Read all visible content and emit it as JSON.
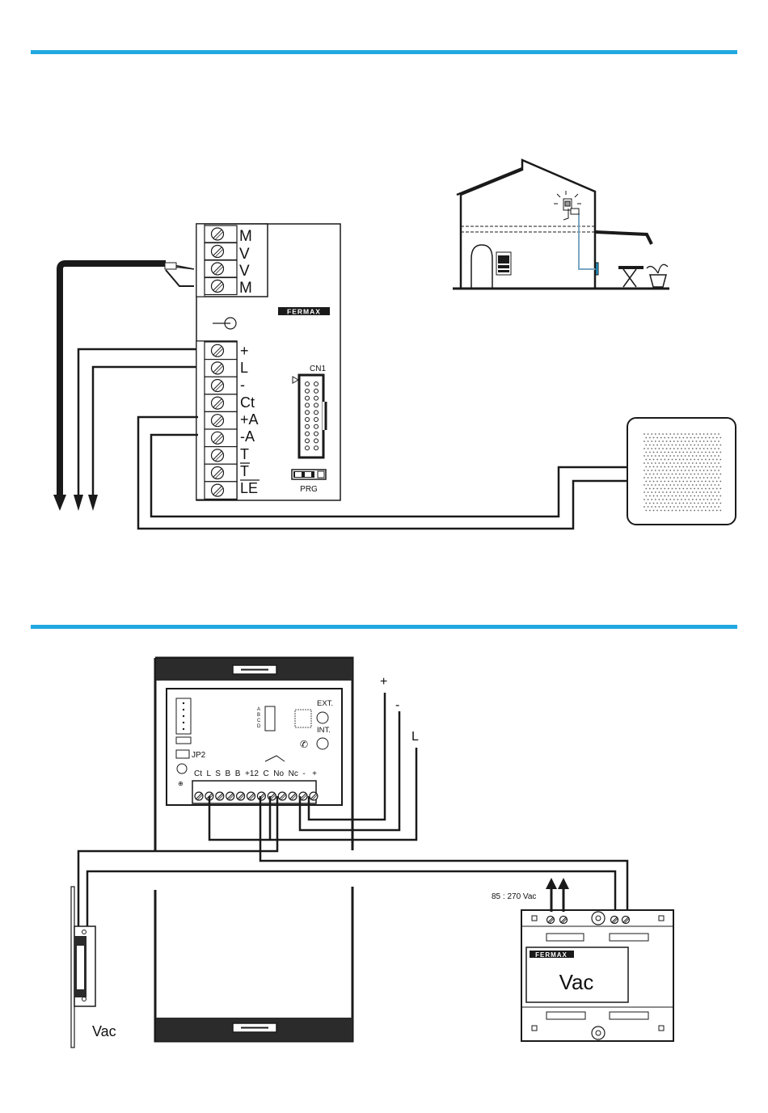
{
  "colors": {
    "rule": "#21a8e0",
    "ink": "#1a1a1a",
    "dark": "#2b2b2b"
  },
  "top_module": {
    "brand": "FERMAX",
    "upper_terminals": [
      "M",
      "V",
      "V",
      "M"
    ],
    "lower_terminals": [
      "+",
      "L",
      "-",
      "Ct",
      "+A",
      "-A",
      "T",
      "T",
      "LE"
    ],
    "connector_label": "CN1",
    "jumper_label": "PRG"
  },
  "bottom_module": {
    "terminal_labels": "Ct  L  S  B  B  +12  C  No  Nc  -   +",
    "jumper_label": "JP2",
    "abcd": [
      "A",
      "B",
      "C",
      "D"
    ],
    "ext_label": "EXT.",
    "int_label": "INT.",
    "wire_labels": {
      "plus": "+",
      "minus": "-",
      "l": "L"
    }
  },
  "power_supply": {
    "brand": "FERMAX",
    "label": "Vac",
    "input_label": "85 : 270 Vac"
  },
  "lock": {
    "label": "Vac"
  }
}
